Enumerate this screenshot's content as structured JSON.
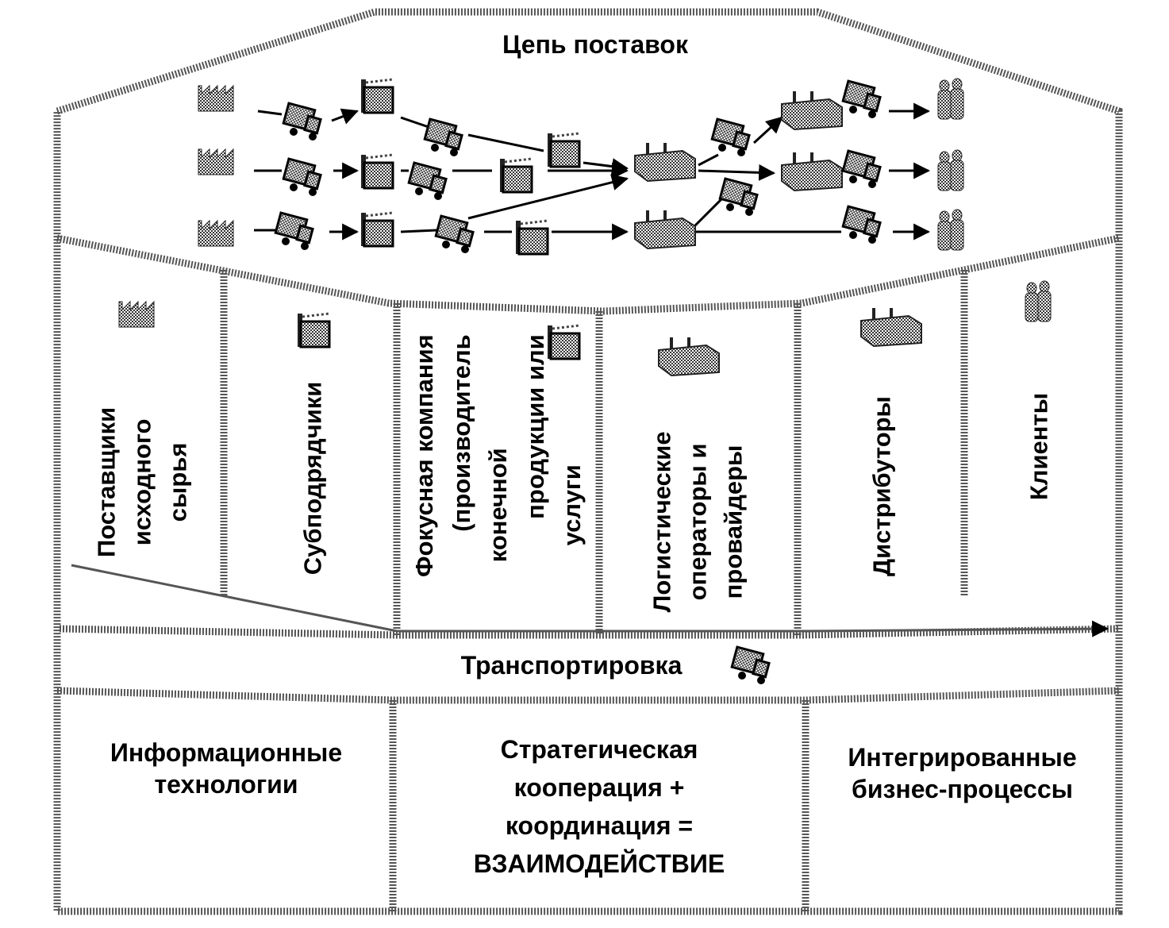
{
  "title": "Цепь поставок",
  "columns": [
    {
      "label_lines": [
        "Поставщики",
        "исходного",
        "сырья"
      ],
      "icon": "factory-icon"
    },
    {
      "label_lines": [
        "Субподрядчики"
      ],
      "icon": "plant-icon"
    },
    {
      "label_lines": [
        "Фокусная компания",
        "(производитель",
        "конечной",
        "продукции или",
        "услуги"
      ],
      "icon": "plant-icon"
    },
    {
      "label_lines": [
        "Логистические",
        "операторы и",
        "провайдеры"
      ],
      "icon": "warehouse-icon"
    },
    {
      "label_lines": [
        "Дистрибуторы"
      ],
      "icon": "warehouse-icon"
    },
    {
      "label_lines": [
        "Клиенты"
      ],
      "icon": "customers-icon"
    }
  ],
  "transport_label": "Транспортировка",
  "bottom": [
    {
      "lines": [
        "Информационные",
        "технологии"
      ]
    },
    {
      "lines": [
        "Стратегическая",
        "кооперация +",
        "координация =",
        "ВЗАИМОДЕЙСТВИЕ"
      ]
    },
    {
      "lines": [
        "Интегрированные",
        "бизнес-процессы"
      ]
    }
  ],
  "colors": {
    "ink": "#000000",
    "pattern": "#666666",
    "fill": "#9a9a9a"
  }
}
